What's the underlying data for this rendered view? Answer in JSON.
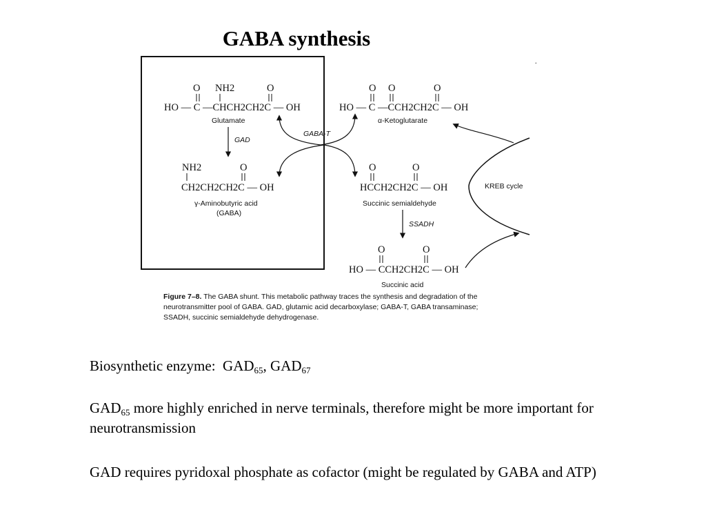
{
  "title": "GABA synthesis",
  "figure": {
    "compounds": {
      "glutamate": {
        "name": "Glutamate",
        "top_atoms": [
          "O",
          "NH2",
          "O"
        ],
        "formula_parts": [
          "HO",
          "C",
          "CHCH2CH2C",
          "OH"
        ]
      },
      "ketoglutarate": {
        "name": "α-Ketoglutarate",
        "top_atoms": [
          "O",
          "O",
          "O"
        ],
        "formula_parts": [
          "HO",
          "C",
          "CCH2CH2C",
          "OH"
        ]
      },
      "gaba": {
        "name_line1": "γ-Aminobutyric acid",
        "name_line2": "(GABA)",
        "top_atoms": [
          "NH2",
          "O"
        ],
        "formula_parts": [
          "CH2CH2CH2C",
          "OH"
        ]
      },
      "ssa": {
        "name": "Succinic semialdehyde",
        "top_atoms": [
          "O",
          "O"
        ],
        "formula_parts": [
          "HCCH2CH2C",
          "OH"
        ]
      },
      "succinic": {
        "name": "Succinic acid",
        "top_atoms": [
          "O",
          "O"
        ],
        "formula_parts": [
          "HO",
          "CCH2CH2C",
          "OH"
        ]
      }
    },
    "enzymes": {
      "gad": "GAD",
      "gaba_t": "GABA-T",
      "ssadh": "SSADH"
    },
    "kreb_cycle": "KREB cycle",
    "caption_label": "Figure 7–8.",
    "caption_text": "The GABA shunt. This metabolic pathway traces the synthesis and degradation of the neurotransmitter pool of GABA. GAD, glutamic acid decarboxylase; GABA-T, GABA transaminase; SSADH, succinic semialdehyde dehydrogenase."
  },
  "body": {
    "enzyme_line": {
      "prefix": "Biosynthetic enzyme:  ",
      "gad_a": "GAD",
      "sub_a": "65",
      "sep": ", ",
      "gad_b": "GAD",
      "sub_b": "67"
    },
    "gad65_line": {
      "gad": "GAD",
      "sub": "65",
      "text": " more highly enriched in nerve terminals, therefore might be more important for neurotransmission"
    },
    "cofactor_line": "GAD requires pyridoxal phosphate as cofactor (might be regulated by GABA and ATP)"
  },
  "colors": {
    "text": "#000000",
    "background": "#ffffff",
    "figure_ink": "#111111"
  }
}
